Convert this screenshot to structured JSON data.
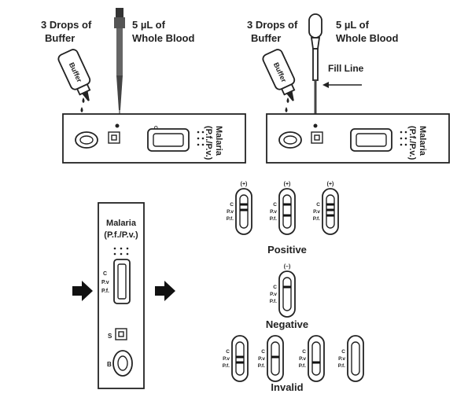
{
  "steps": {
    "left": {
      "buffer_label": "3 Drops of\nBuffer",
      "blood_label": "5 µL of\nWhole Blood",
      "bottle_text": "Buffer"
    },
    "right": {
      "buffer_label": "3 Drops of\nBuffer",
      "blood_label": "5 µL of\nWhole Blood",
      "bottle_text": "Buffer",
      "fill_line_label": "Fill Line"
    }
  },
  "cassette": {
    "test_name": "Malaria",
    "test_sub": "(P.f./P.v.)",
    "line_labels": [
      "C",
      "P.v",
      "P.f."
    ],
    "sample_label": "S",
    "buffer_label": "B"
  },
  "results": {
    "positive": {
      "label": "Positive",
      "sign": "(+)"
    },
    "negative": {
      "label": "Negative",
      "sign": "(–)"
    },
    "invalid": {
      "label": "Invalid"
    },
    "line_labels": [
      "C",
      "P.v",
      "P.f."
    ]
  }
}
